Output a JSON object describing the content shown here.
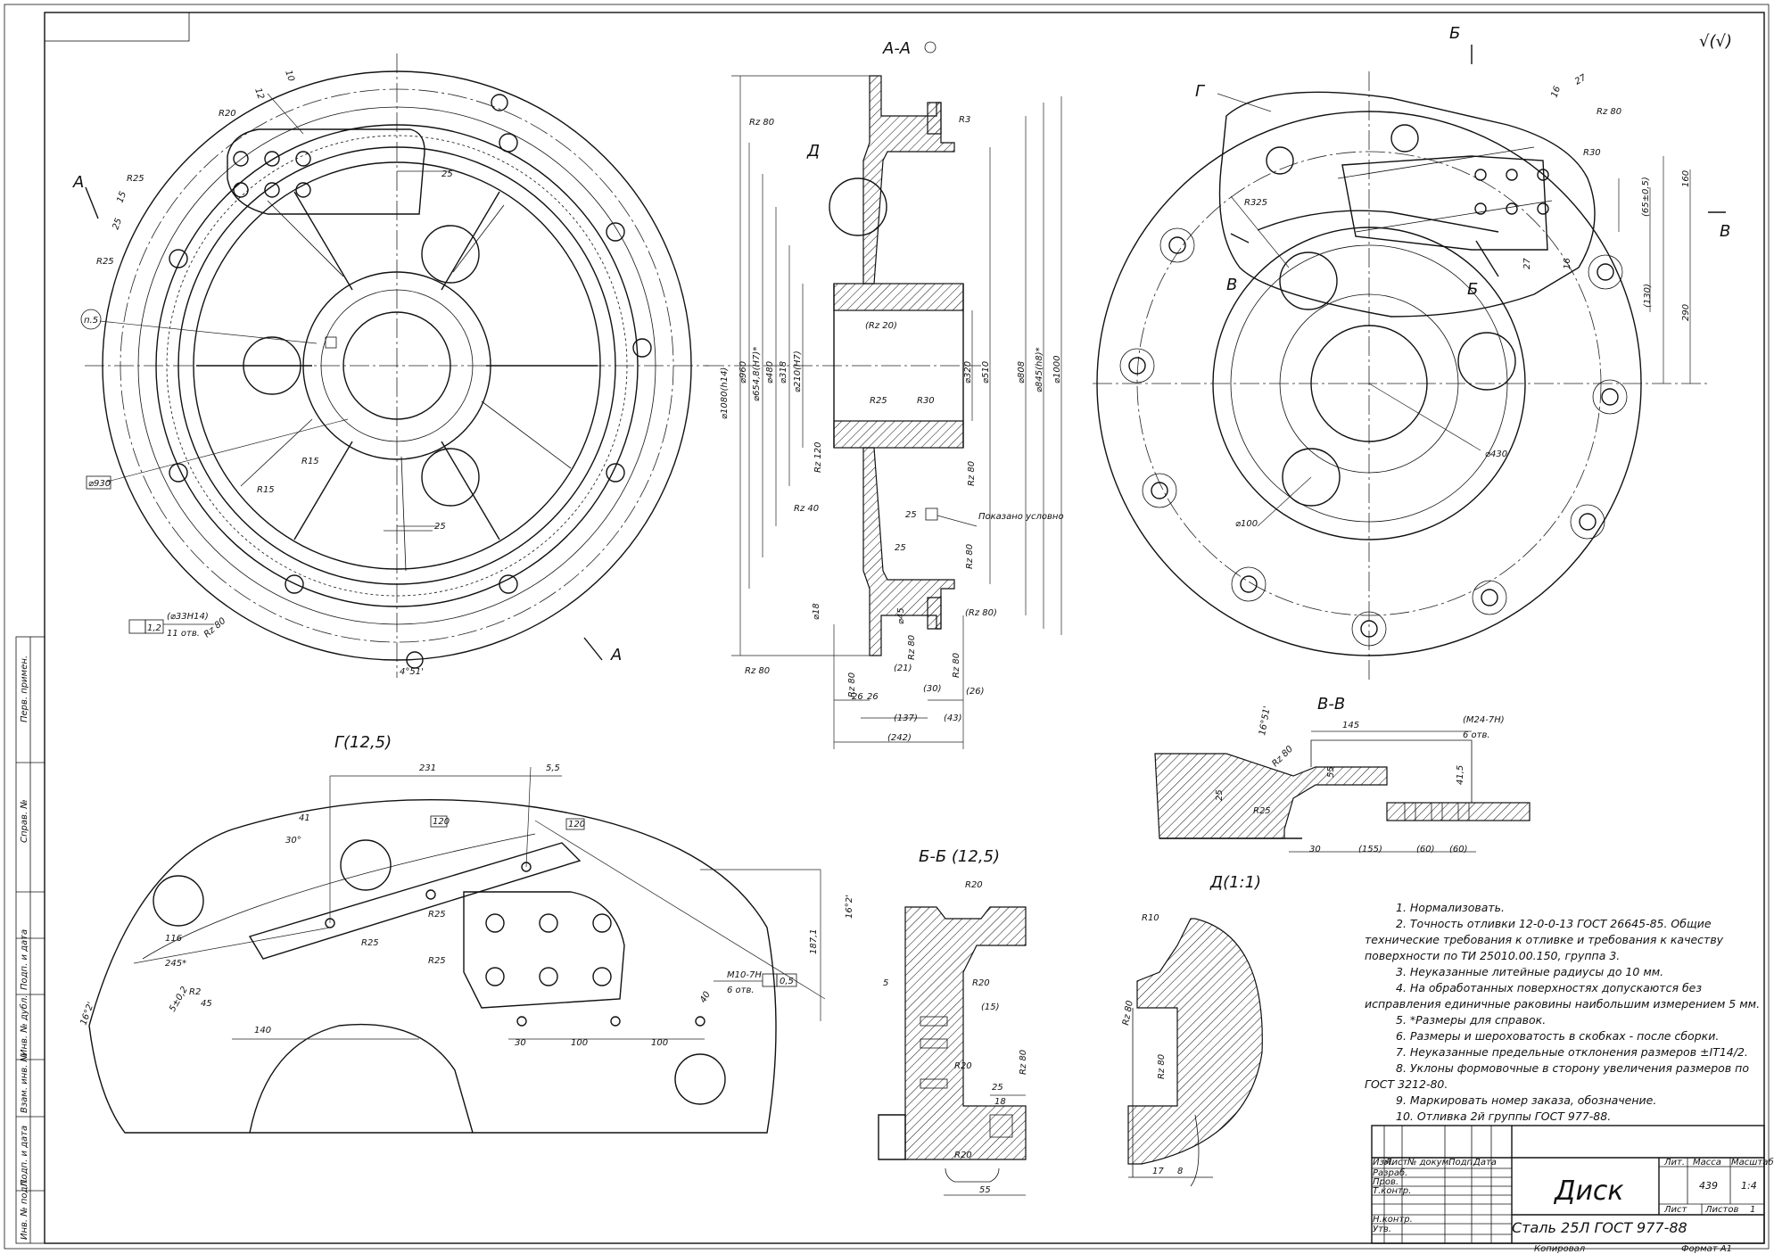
{
  "views": {
    "aa": "А-А",
    "g": "Г(12,5)",
    "bb": "Б-Б (12,5)",
    "vv": "В-В",
    "d": "Д(1:1)"
  },
  "markers": {
    "a1": "А",
    "a2": "А",
    "b1": "Б",
    "b2": "Б",
    "v1": "В",
    "v2": "В",
    "g": "Г",
    "d": "Д"
  },
  "roughness_general": "√(√)",
  "front": {
    "r20": "R20",
    "r25a": "R25",
    "r25b": "R25",
    "d12": "12",
    "d15": "15",
    "d25a": "25",
    "d25b": "25",
    "d10": "10",
    "d25c": "25",
    "d930": "⌀930",
    "r15a": "R15",
    "r15b": "R15",
    "p5": "п.5",
    "tol": "1,2",
    "tolhole": "(⌀33H14)",
    "holes": "11 отв.",
    "rz80": "Rz 80",
    "ang": "4°51'"
  },
  "section_aa": {
    "d1080": "⌀1080(h14)",
    "d960": "⌀960",
    "d654": "⌀654,8(H7)*",
    "d480": "⌀480",
    "d318": "⌀318",
    "d210": "⌀210(H7)",
    "d320": "⌀320",
    "d510": "⌀510",
    "d808": "⌀808",
    "d845": "⌀845(h8)*",
    "d1000": "⌀1000",
    "r3": "R3",
    "rz80a": "Rz 80",
    "rz20": "(Rz 20)",
    "r25": "R25",
    "r30": "R30",
    "rz120": "Rz 120",
    "rz40": "Rz 40",
    "rz80b": "Rz 80",
    "rz80c": "Rz 80",
    "rz80d": "Rz 80",
    "rz80e": "Rz 80",
    "rz80f": "(Rz 80)",
    "rz80g": "Rz 80",
    "rz80h": "Rz 80",
    "d25a": "25",
    "d25b": "25",
    "d18": "⌀18",
    "d45": "⌀45",
    "d21": "(21)",
    "d30": "(30)",
    "d26a": "26",
    "d26b": "26",
    "d26c": "(26)",
    "d137": "(137)",
    "d43": "(43)",
    "d242": "(242)",
    "shown": "Показано условно"
  },
  "right_view": {
    "d16": "16",
    "d27a": "27",
    "rz80": "Rz 80",
    "r30": "R30",
    "r325": "R325",
    "d160": "160",
    "d65": "(65±0,5)",
    "d290": "290",
    "d130": "(130)",
    "d27b": "27",
    "d16b": "16",
    "d430": "⌀430",
    "d100": "⌀100"
  },
  "view_vv": {
    "ang": "16°51'",
    "d145": "145",
    "thread": "(M24-7H)",
    "holes": "6 отв.",
    "d55": "55",
    "d25": "25",
    "d415": "41,5",
    "rz80": "Rz 80",
    "r25": "R25",
    "d30": "30",
    "d155": "(155)",
    "d60a": "(60)",
    "d60b": "(60)"
  },
  "view_g": {
    "d231": "231",
    "d55": "5,5",
    "d120a": "120",
    "d120b": "120",
    "d41": "41",
    "d30": "30°",
    "r25a": "R25",
    "r25b": "R25",
    "r25c": "R25",
    "d116": "116",
    "d245": "245*",
    "d5": "5±0,2",
    "r2": "R2",
    "d45": "45",
    "d16": "16°2'",
    "d140": "140",
    "d30b": "30",
    "d100a": "100",
    "d100b": "100",
    "d1871": "187,1",
    "thread": "M10-7H",
    "holes": "6 отв.",
    "tol": "0,5",
    "d40": "40",
    "ang": "16°2'"
  },
  "view_bb": {
    "r20a": "R20",
    "r20b": "R20",
    "r20c": "R20",
    "r20d": "R20",
    "d5": "5",
    "d15": "(15)",
    "d25": "25",
    "d18": "18",
    "d55": "55",
    "rz80": "Rz 80"
  },
  "view_d": {
    "r10": "R10",
    "rz80a": "Rz 80",
    "rz80b": "Rz 80",
    "d17": "17",
    "d8": "8"
  },
  "notes": [
    "1. Нормализовать.",
    "2.   Точность отливки 12-0-0-13 ГОСТ 26645-85. Общие",
    "технические требования к отливке и требования к качеству",
    "поверхности по ТИ 25010.00.150, группа 3.",
    "3. Неуказанные литейные радиусы до 10 мм.",
    "4. На    обработанных    поверхностях    допускаются    без",
    "исправления единичные раковины наибольшим измерением 5 мм.",
    "5. *Размеры для справок.",
    "6. Размеры и шероховатость в скобках - после сборки.",
    "7. Неуказанные предельные отклонения размеров ±IT14/2.",
    "8. Уклоны формовочные в сторону увеличения размеров по",
    "ГОСТ 3212-80.",
    "9. Маркировать номер заказа, обозначение.",
    "10. Отливка 2й группы ГОСТ 977-88."
  ],
  "title_block": {
    "name": "Диск",
    "material": "Сталь 25Л  ГОСТ 977-88",
    "lit": "Лит.",
    "mass_label": "Масса",
    "scale_label": "Масштаб",
    "mass": "439",
    "scale": "1:4",
    "sheet": "Лист",
    "sheets": "Листов",
    "sheets_val": "1",
    "cols": [
      "Изм.",
      "Лист",
      "№ докум.",
      "Подп.",
      "Дата"
    ],
    "rows": [
      "Разраб.",
      "Пров.",
      "Т.контр.",
      "",
      "Н.контр.",
      "Утв."
    ],
    "copied": "Копировал",
    "format": "Формат    А1"
  },
  "side_stamp": [
    "Инв. № подл.",
    "Подп. и дата",
    "Взам. инв. №",
    "Инв. № дубл.",
    "Подп. и дата",
    "Справ. №",
    "Перв. примен."
  ]
}
